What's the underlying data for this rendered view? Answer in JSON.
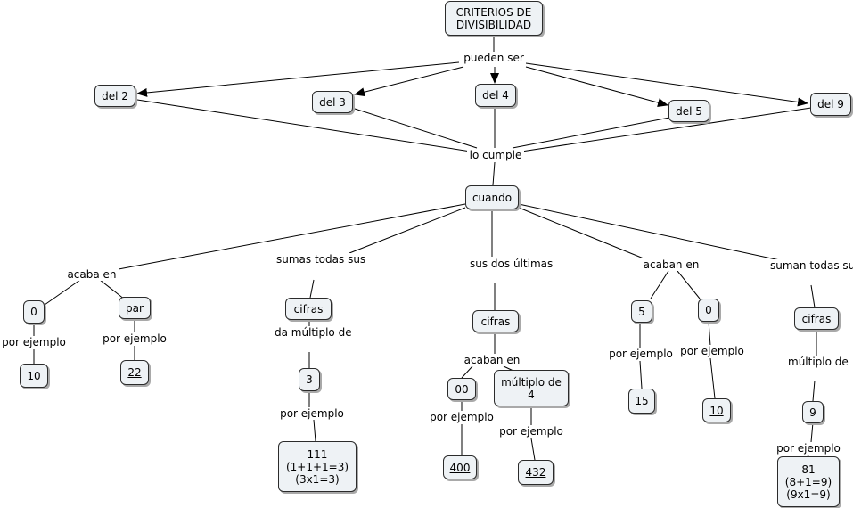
{
  "concepts": {
    "title": [
      "CRITERIOS DE",
      "DIVISIBILIDAD"
    ],
    "del2": "del 2",
    "del3": "del 3",
    "del4": "del 4",
    "del5": "del 5",
    "del9": "del 9",
    "cuando": "cuando",
    "n0_left": "0",
    "par": "par",
    "ex10_left": "10",
    "ex22": "22",
    "cifras_3": "cifras",
    "three": "3",
    "ex111": [
      "111",
      "(1+1+1=3)",
      "(3x1=3)"
    ],
    "cifras_4": "cifras",
    "n00": "00",
    "multiplo4": [
      "múltiplo de",
      "4"
    ],
    "ex400": "400",
    "ex432": "432",
    "n5": "5",
    "n0_right": "0",
    "ex15": "15",
    "ex10_right": "10",
    "cifras_9": "cifras",
    "nine": "9",
    "ex81": [
      "81",
      "(8+1=9)",
      "(9x1=9)"
    ]
  },
  "linking_phrases": {
    "pueden_ser": "pueden ser",
    "lo_cumple": "lo cumple",
    "acaba_en": "acaba en",
    "sumas_todas_sus": [
      "sumas todas",
      "sus"
    ],
    "sus_dos_ultimas": [
      "sus dos",
      "últimas"
    ],
    "acaban_en_5": "acaban en",
    "suman_todas_sus": [
      "suman todas",
      "sus"
    ],
    "por_ejemplo_0": "por ejemplo",
    "por_ejemplo_par": "por ejemplo",
    "da_multiplo_de": [
      "da múltiplo",
      "de"
    ],
    "por_ejemplo_3": "por ejemplo",
    "acaban_en_4": "acaban en",
    "por_ejemplo_00": "por ejemplo",
    "por_ejemplo_m4": "por ejemplo",
    "por_ejemplo_5": "por ejemplo",
    "por_ejemplo_0r": "por ejemplo",
    "multiplo_de_9": [
      "múltiplo",
      "de"
    ],
    "por_ejemplo_9": "por ejemplo"
  }
}
